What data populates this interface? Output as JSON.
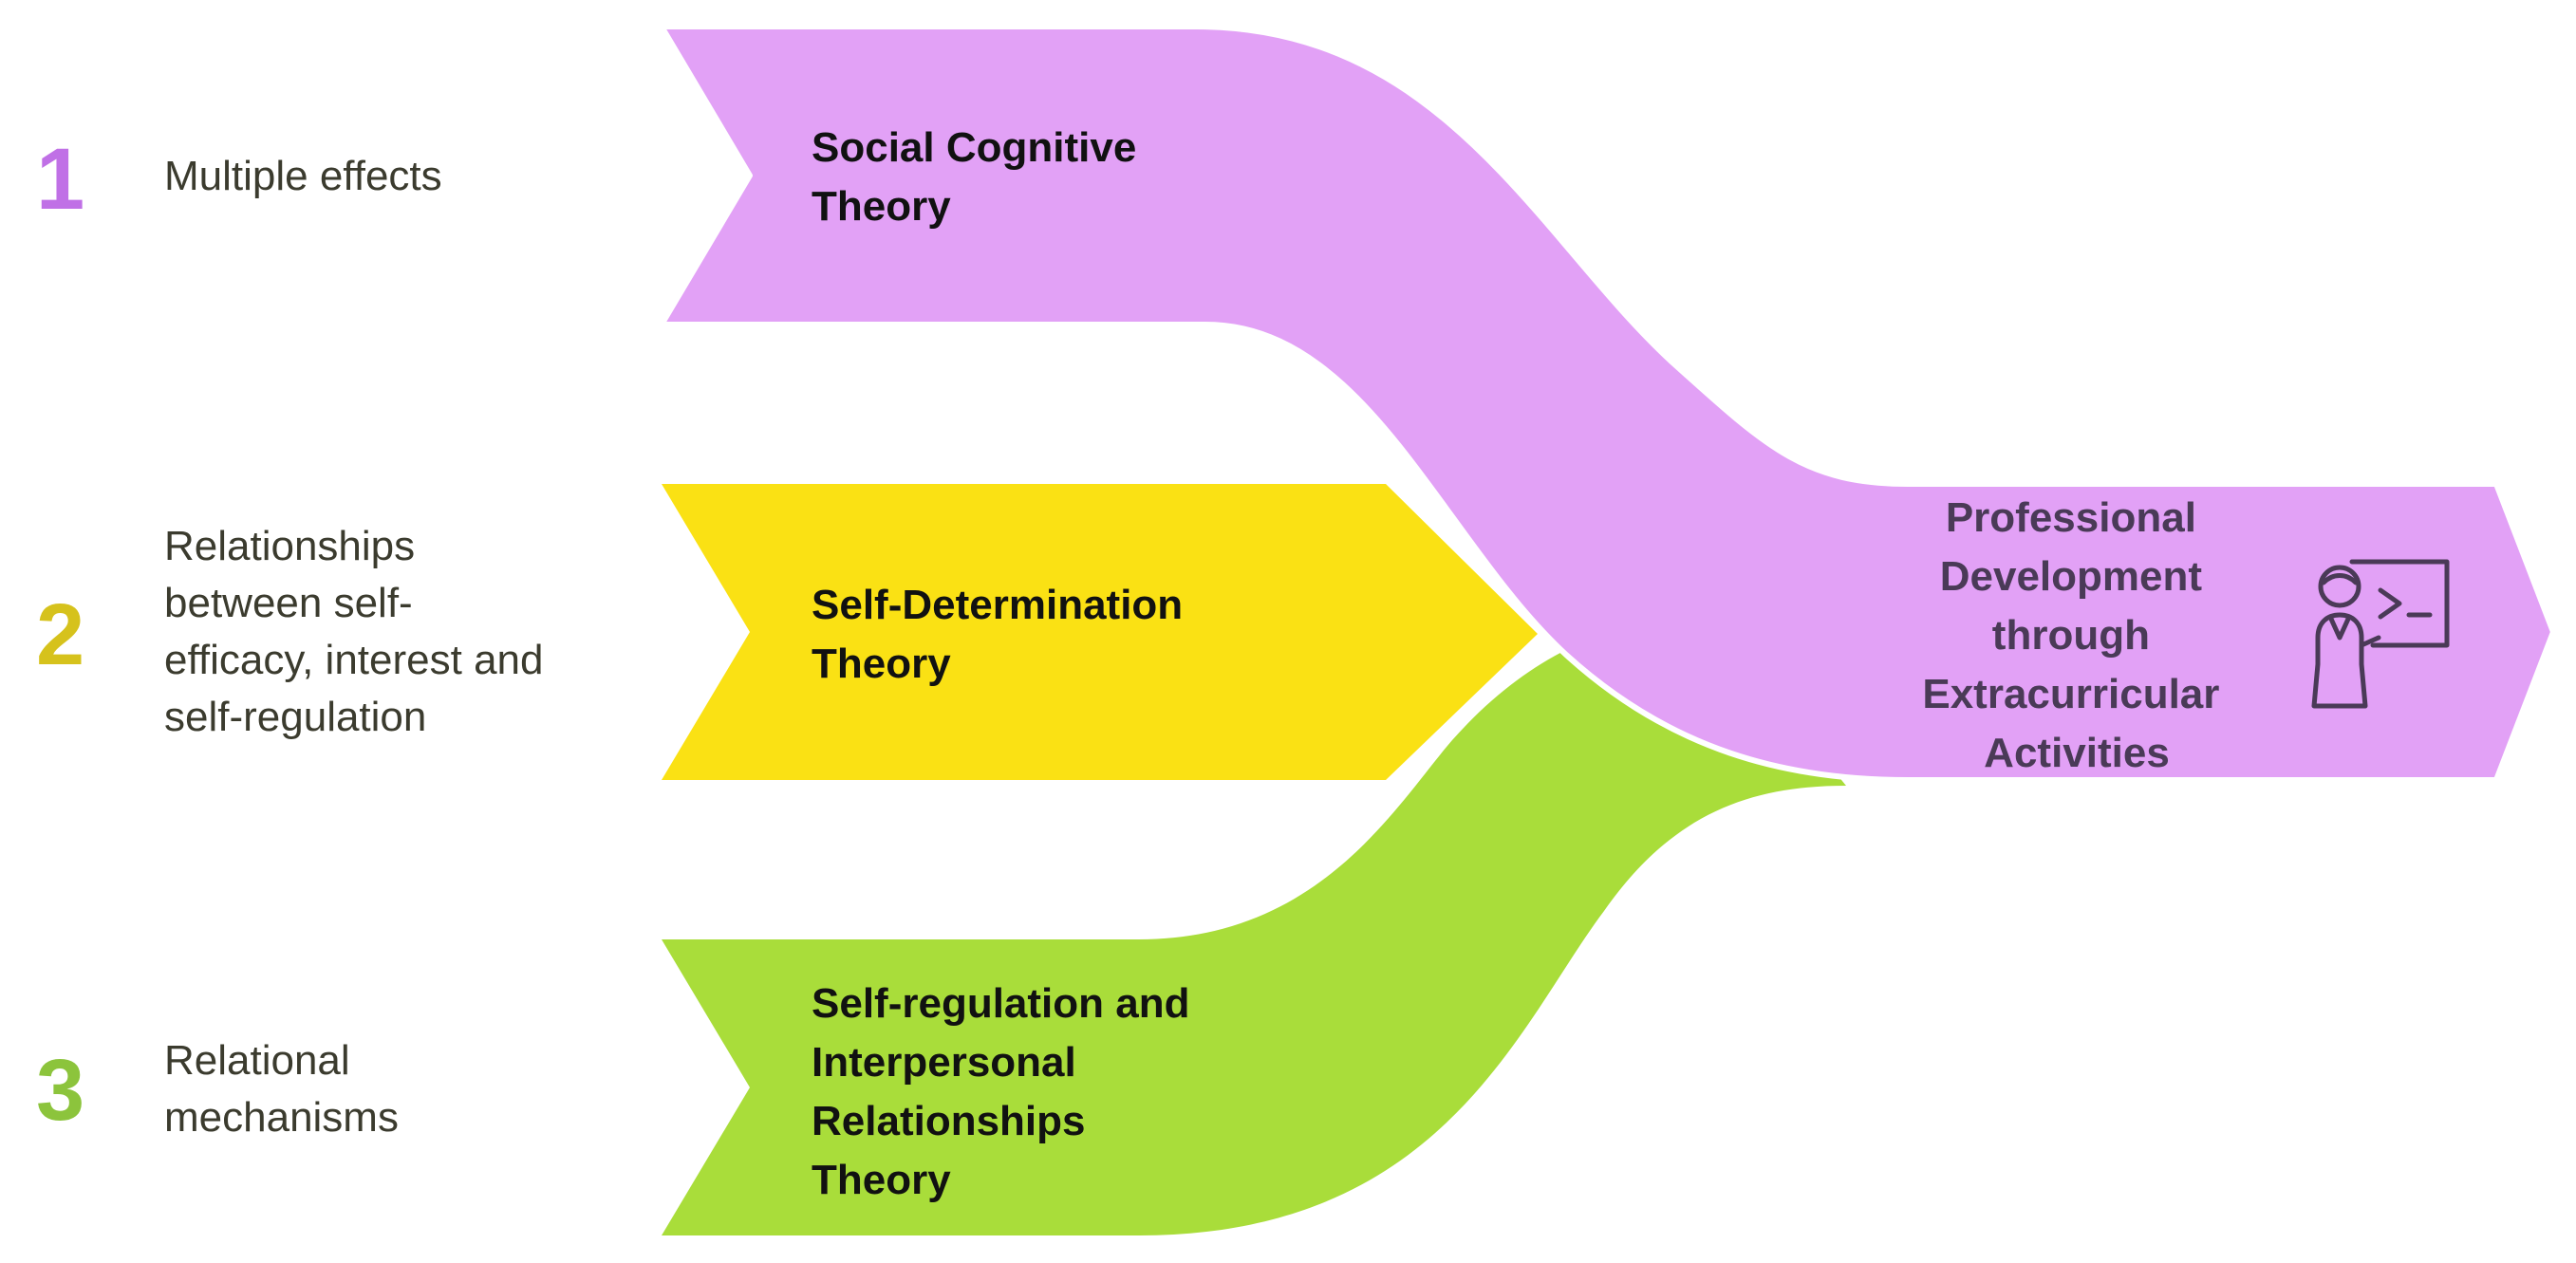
{
  "colors": {
    "purple": "#e2a1f6",
    "yellow": "#fae114",
    "green": "#a9dd3a",
    "purple_number": "#c070e6",
    "yellow_number": "#d6c21c",
    "green_number": "#8cc43c"
  },
  "items": [
    {
      "number": "1",
      "side_lines": [
        "Multiple effects"
      ],
      "theory_lines": [
        "Social Cognitive",
        "Theory"
      ]
    },
    {
      "number": "2",
      "side_lines": [
        "Relationships",
        "between self-",
        "efficacy, interest and",
        "self-regulation"
      ],
      "theory_lines": [
        "Self-Determination",
        "Theory"
      ]
    },
    {
      "number": "3",
      "side_lines": [
        "Relational",
        "mechanisms"
      ],
      "theory_lines": [
        "Self-regulation and",
        "Interpersonal",
        "Relationships",
        "Theory"
      ]
    }
  ],
  "target": {
    "lines": [
      "Professional",
      "Development",
      "through",
      "Extracurricular",
      "Activities"
    ],
    "icon": "teacher-presenting-icon"
  }
}
